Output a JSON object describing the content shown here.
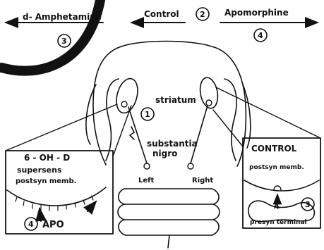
{
  "diagram": {
    "arrows": {
      "left_label": "d- Amphetamine",
      "left_number": "3",
      "center_label": "Control",
      "center_number": "2",
      "right_label": "Apomorphine",
      "right_number": "4"
    },
    "brain": {
      "striatum_label": "striatum",
      "striatum_number": "1",
      "substantia_label_1": "substantia",
      "substantia_label_2": "nigro",
      "left_label": "Left",
      "right_label": "Right"
    },
    "left_inset": {
      "title": "6 - OH - D",
      "line1": "supersens",
      "line2": "postsyn memb.",
      "apo_number": "4",
      "apo_label": "APO"
    },
    "right_inset": {
      "title": "CONTROL",
      "line1": "postsyn memb.",
      "receptor_label": "A",
      "number": "3",
      "line2": "presyn terminal"
    }
  }
}
